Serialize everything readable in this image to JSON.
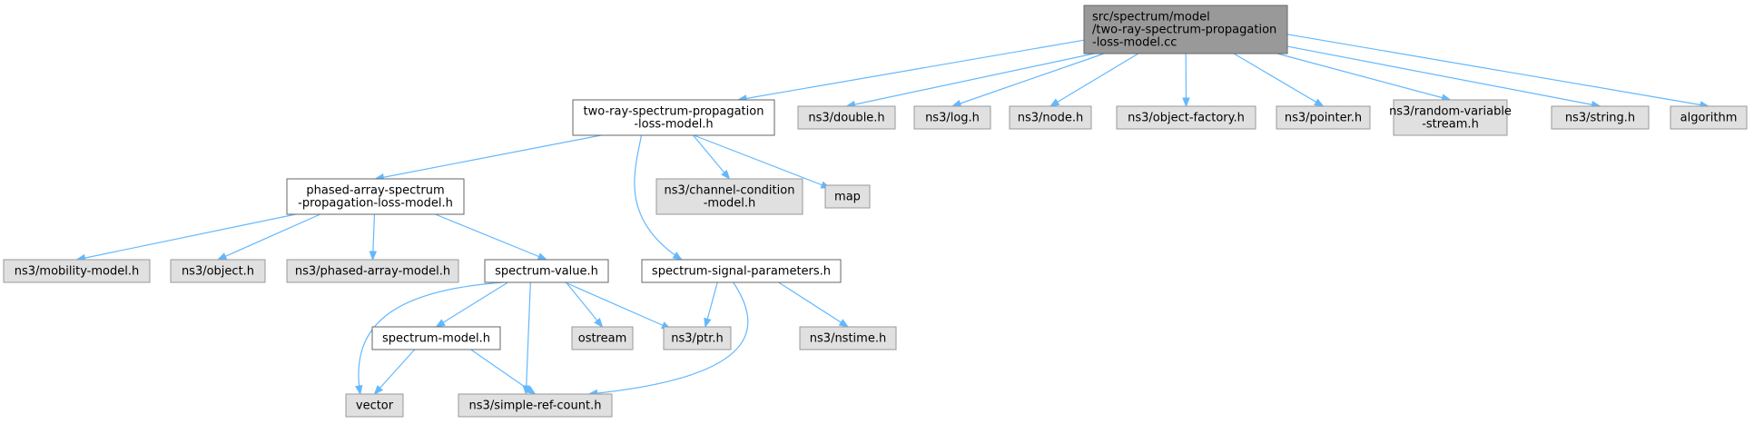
{
  "graph": {
    "colors": {
      "root_fill": "#999999",
      "root_stroke": "#666666",
      "documented_fill": "#ffffff",
      "documented_stroke": "#666666",
      "external_fill": "#e0e0e0",
      "external_stroke": "#999999",
      "edge": "#63b8ff"
    },
    "nodes": [
      {
        "id": "root",
        "kind": "root",
        "lines": [
          "src/spectrum/model",
          "/two-ray-spectrum-propagation",
          "-loss-model.cc"
        ]
      },
      {
        "id": "two_ray_h",
        "kind": "documented",
        "lines": [
          "two-ray-spectrum-propagation",
          "-loss-model.h"
        ]
      },
      {
        "id": "double_h",
        "kind": "external",
        "lines": [
          "ns3/double.h"
        ]
      },
      {
        "id": "log_h",
        "kind": "external",
        "lines": [
          "ns3/log.h"
        ]
      },
      {
        "id": "node_h",
        "kind": "external",
        "lines": [
          "ns3/node.h"
        ]
      },
      {
        "id": "object_factory_h",
        "kind": "external",
        "lines": [
          "ns3/object-factory.h"
        ]
      },
      {
        "id": "pointer_h",
        "kind": "external",
        "lines": [
          "ns3/pointer.h"
        ]
      },
      {
        "id": "random_variable_stream_h",
        "kind": "external",
        "lines": [
          "ns3/random-variable",
          "-stream.h"
        ]
      },
      {
        "id": "string_h",
        "kind": "external",
        "lines": [
          "ns3/string.h"
        ]
      },
      {
        "id": "algorithm",
        "kind": "external",
        "lines": [
          "algorithm"
        ]
      },
      {
        "id": "phased_array_h",
        "kind": "documented",
        "lines": [
          "phased-array-spectrum",
          "-propagation-loss-model.h"
        ]
      },
      {
        "id": "channel_condition_h",
        "kind": "external",
        "lines": [
          "ns3/channel-condition",
          "-model.h"
        ]
      },
      {
        "id": "map",
        "kind": "external",
        "lines": [
          "map"
        ]
      },
      {
        "id": "mobility_model_h",
        "kind": "external",
        "lines": [
          "ns3/mobility-model.h"
        ]
      },
      {
        "id": "object_h",
        "kind": "external",
        "lines": [
          "ns3/object.h"
        ]
      },
      {
        "id": "phased_array_model_h",
        "kind": "external",
        "lines": [
          "ns3/phased-array-model.h"
        ]
      },
      {
        "id": "spectrum_value_h",
        "kind": "documented",
        "lines": [
          "spectrum-value.h"
        ]
      },
      {
        "id": "spectrum_signal_parameters_h",
        "kind": "documented",
        "lines": [
          "spectrum-signal-parameters.h"
        ]
      },
      {
        "id": "spectrum_model_h",
        "kind": "documented",
        "lines": [
          "spectrum-model.h"
        ]
      },
      {
        "id": "ostream",
        "kind": "external",
        "lines": [
          "ostream"
        ]
      },
      {
        "id": "ptr_h",
        "kind": "external",
        "lines": [
          "ns3/ptr.h"
        ]
      },
      {
        "id": "nstime_h",
        "kind": "external",
        "lines": [
          "ns3/nstime.h"
        ]
      },
      {
        "id": "vector",
        "kind": "external",
        "lines": [
          "vector"
        ]
      },
      {
        "id": "simple_ref_count_h",
        "kind": "external",
        "lines": [
          "ns3/simple-ref-count.h"
        ]
      }
    ],
    "edges": [
      {
        "from": "root",
        "to": "two_ray_h"
      },
      {
        "from": "root",
        "to": "double_h"
      },
      {
        "from": "root",
        "to": "log_h"
      },
      {
        "from": "root",
        "to": "node_h"
      },
      {
        "from": "root",
        "to": "object_factory_h"
      },
      {
        "from": "root",
        "to": "pointer_h"
      },
      {
        "from": "root",
        "to": "random_variable_stream_h"
      },
      {
        "from": "root",
        "to": "string_h"
      },
      {
        "from": "root",
        "to": "algorithm"
      },
      {
        "from": "two_ray_h",
        "to": "phased_array_h"
      },
      {
        "from": "two_ray_h",
        "to": "channel_condition_h"
      },
      {
        "from": "two_ray_h",
        "to": "map"
      },
      {
        "from": "two_ray_h",
        "to": "spectrum_signal_parameters_h"
      },
      {
        "from": "phased_array_h",
        "to": "mobility_model_h"
      },
      {
        "from": "phased_array_h",
        "to": "object_h"
      },
      {
        "from": "phased_array_h",
        "to": "phased_array_model_h"
      },
      {
        "from": "phased_array_h",
        "to": "spectrum_value_h"
      },
      {
        "from": "spectrum_value_h",
        "to": "spectrum_model_h"
      },
      {
        "from": "spectrum_value_h",
        "to": "ostream"
      },
      {
        "from": "spectrum_value_h",
        "to": "ptr_h"
      },
      {
        "from": "spectrum_value_h",
        "to": "vector"
      },
      {
        "from": "spectrum_value_h",
        "to": "simple_ref_count_h"
      },
      {
        "from": "spectrum_signal_parameters_h",
        "to": "ptr_h"
      },
      {
        "from": "spectrum_signal_parameters_h",
        "to": "nstime_h"
      },
      {
        "from": "spectrum_signal_parameters_h",
        "to": "simple_ref_count_h"
      },
      {
        "from": "spectrum_model_h",
        "to": "vector"
      },
      {
        "from": "spectrum_model_h",
        "to": "simple_ref_count_h"
      }
    ]
  }
}
